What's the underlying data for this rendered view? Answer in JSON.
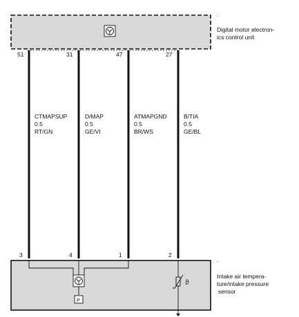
{
  "ecu": {
    "label_line1": "Digital motor electron-",
    "label_line2": "ics control unit",
    "corner_mark": "."
  },
  "sensor": {
    "label_line1": "Intake air tempera-",
    "label_line2": "ture/intake pressure",
    "label_line3": "sensor",
    "pressure_tag": "P",
    "temp_symbol": "ϑ",
    "corner_mark": "."
  },
  "wires": [
    {
      "signal": "CTMAPSUP",
      "size": "0.5",
      "color": "RT/GN",
      "ecu_pin": "51",
      "sensor_pin": "3"
    },
    {
      "signal": "D/MAP",
      "size": "0.5",
      "color": "GE/VI",
      "ecu_pin": "31",
      "sensor_pin": "4"
    },
    {
      "signal": "ATMAPGND",
      "size": "0.5",
      "color": "BR/WS",
      "ecu_pin": "47",
      "sensor_pin": "1"
    },
    {
      "signal": "B/TIA",
      "size": "0.5",
      "color": "GE/BL",
      "ecu_pin": "27",
      "sensor_pin": "2"
    }
  ]
}
